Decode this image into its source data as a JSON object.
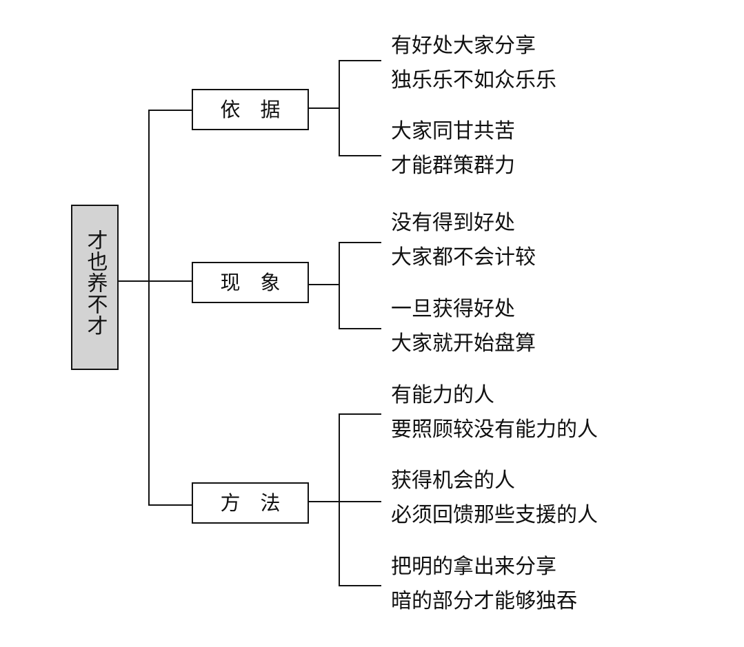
{
  "root": {
    "label": "才也养不才",
    "fill_color": "#d3d3d3"
  },
  "branches": [
    {
      "label": "依　据",
      "leaves": [
        {
          "line1": "有好处大家分享",
          "line2": "独乐乐不如众乐乐"
        },
        {
          "line1": "大家同甘共苦",
          "line2": "才能群策群力"
        }
      ]
    },
    {
      "label": "现　象",
      "leaves": [
        {
          "line1": "没有得到好处",
          "line2": "大家都不会计较"
        },
        {
          "line1": "一旦获得好处",
          "line2": "大家就开始盘算"
        }
      ]
    },
    {
      "label": "方　法",
      "leaves": [
        {
          "line1": "有能力的人",
          "line2": "要照顾较没有能力的人"
        },
        {
          "line1": "获得机会的人",
          "line2": "必须回馈那些支援的人"
        },
        {
          "line1": "把明的拿出来分享",
          "line2": "暗的部分才能够独吞"
        }
      ]
    }
  ]
}
